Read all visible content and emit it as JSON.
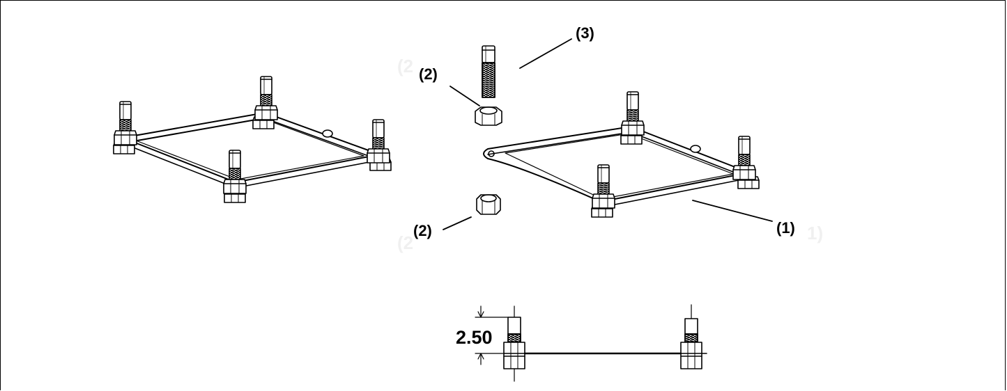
{
  "callouts": {
    "part_3": "(3)",
    "part_2_top": "(2)",
    "part_2_bottom": "(2)",
    "part_1": "(1)"
  },
  "dimension": {
    "stud_height": "2.50"
  },
  "colors": {
    "line": "#000000",
    "background": "#ffffff"
  }
}
